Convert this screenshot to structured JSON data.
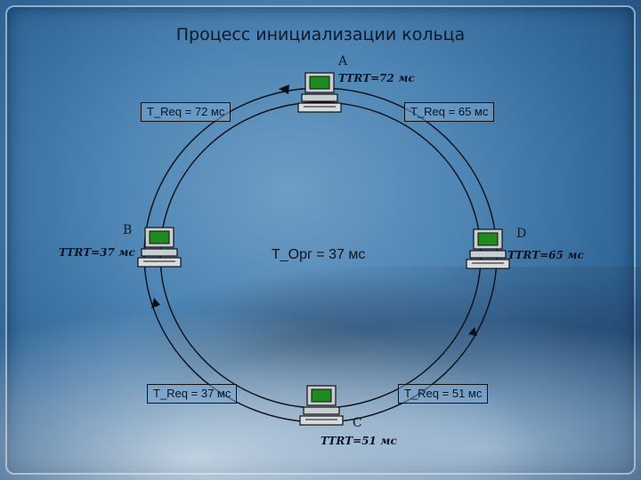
{
  "title": "Процесс инициализации кольца",
  "center_label": "T_Орг = 37 мс",
  "nodes": {
    "A": {
      "label": "A",
      "ttrt": "TTRT=72 мс"
    },
    "B": {
      "label": "B",
      "ttrt": "TTRT=37 мс"
    },
    "C": {
      "label": "C",
      "ttrt": "TTRT=51 мс"
    },
    "D": {
      "label": "D",
      "ttrt": "TTRT=65 мс"
    }
  },
  "requests": {
    "top_left": "T_Req = 72 мс",
    "top_right": "T_Req = 65 мс",
    "bottom_left": "T_Req = 37 мс",
    "bottom_right": "T_Req = 51 мс"
  },
  "colors": {
    "ring": "#0a0f18",
    "screen": "#1f8a1f"
  },
  "icons": [
    "computer-icon",
    "arrow-icon"
  ]
}
